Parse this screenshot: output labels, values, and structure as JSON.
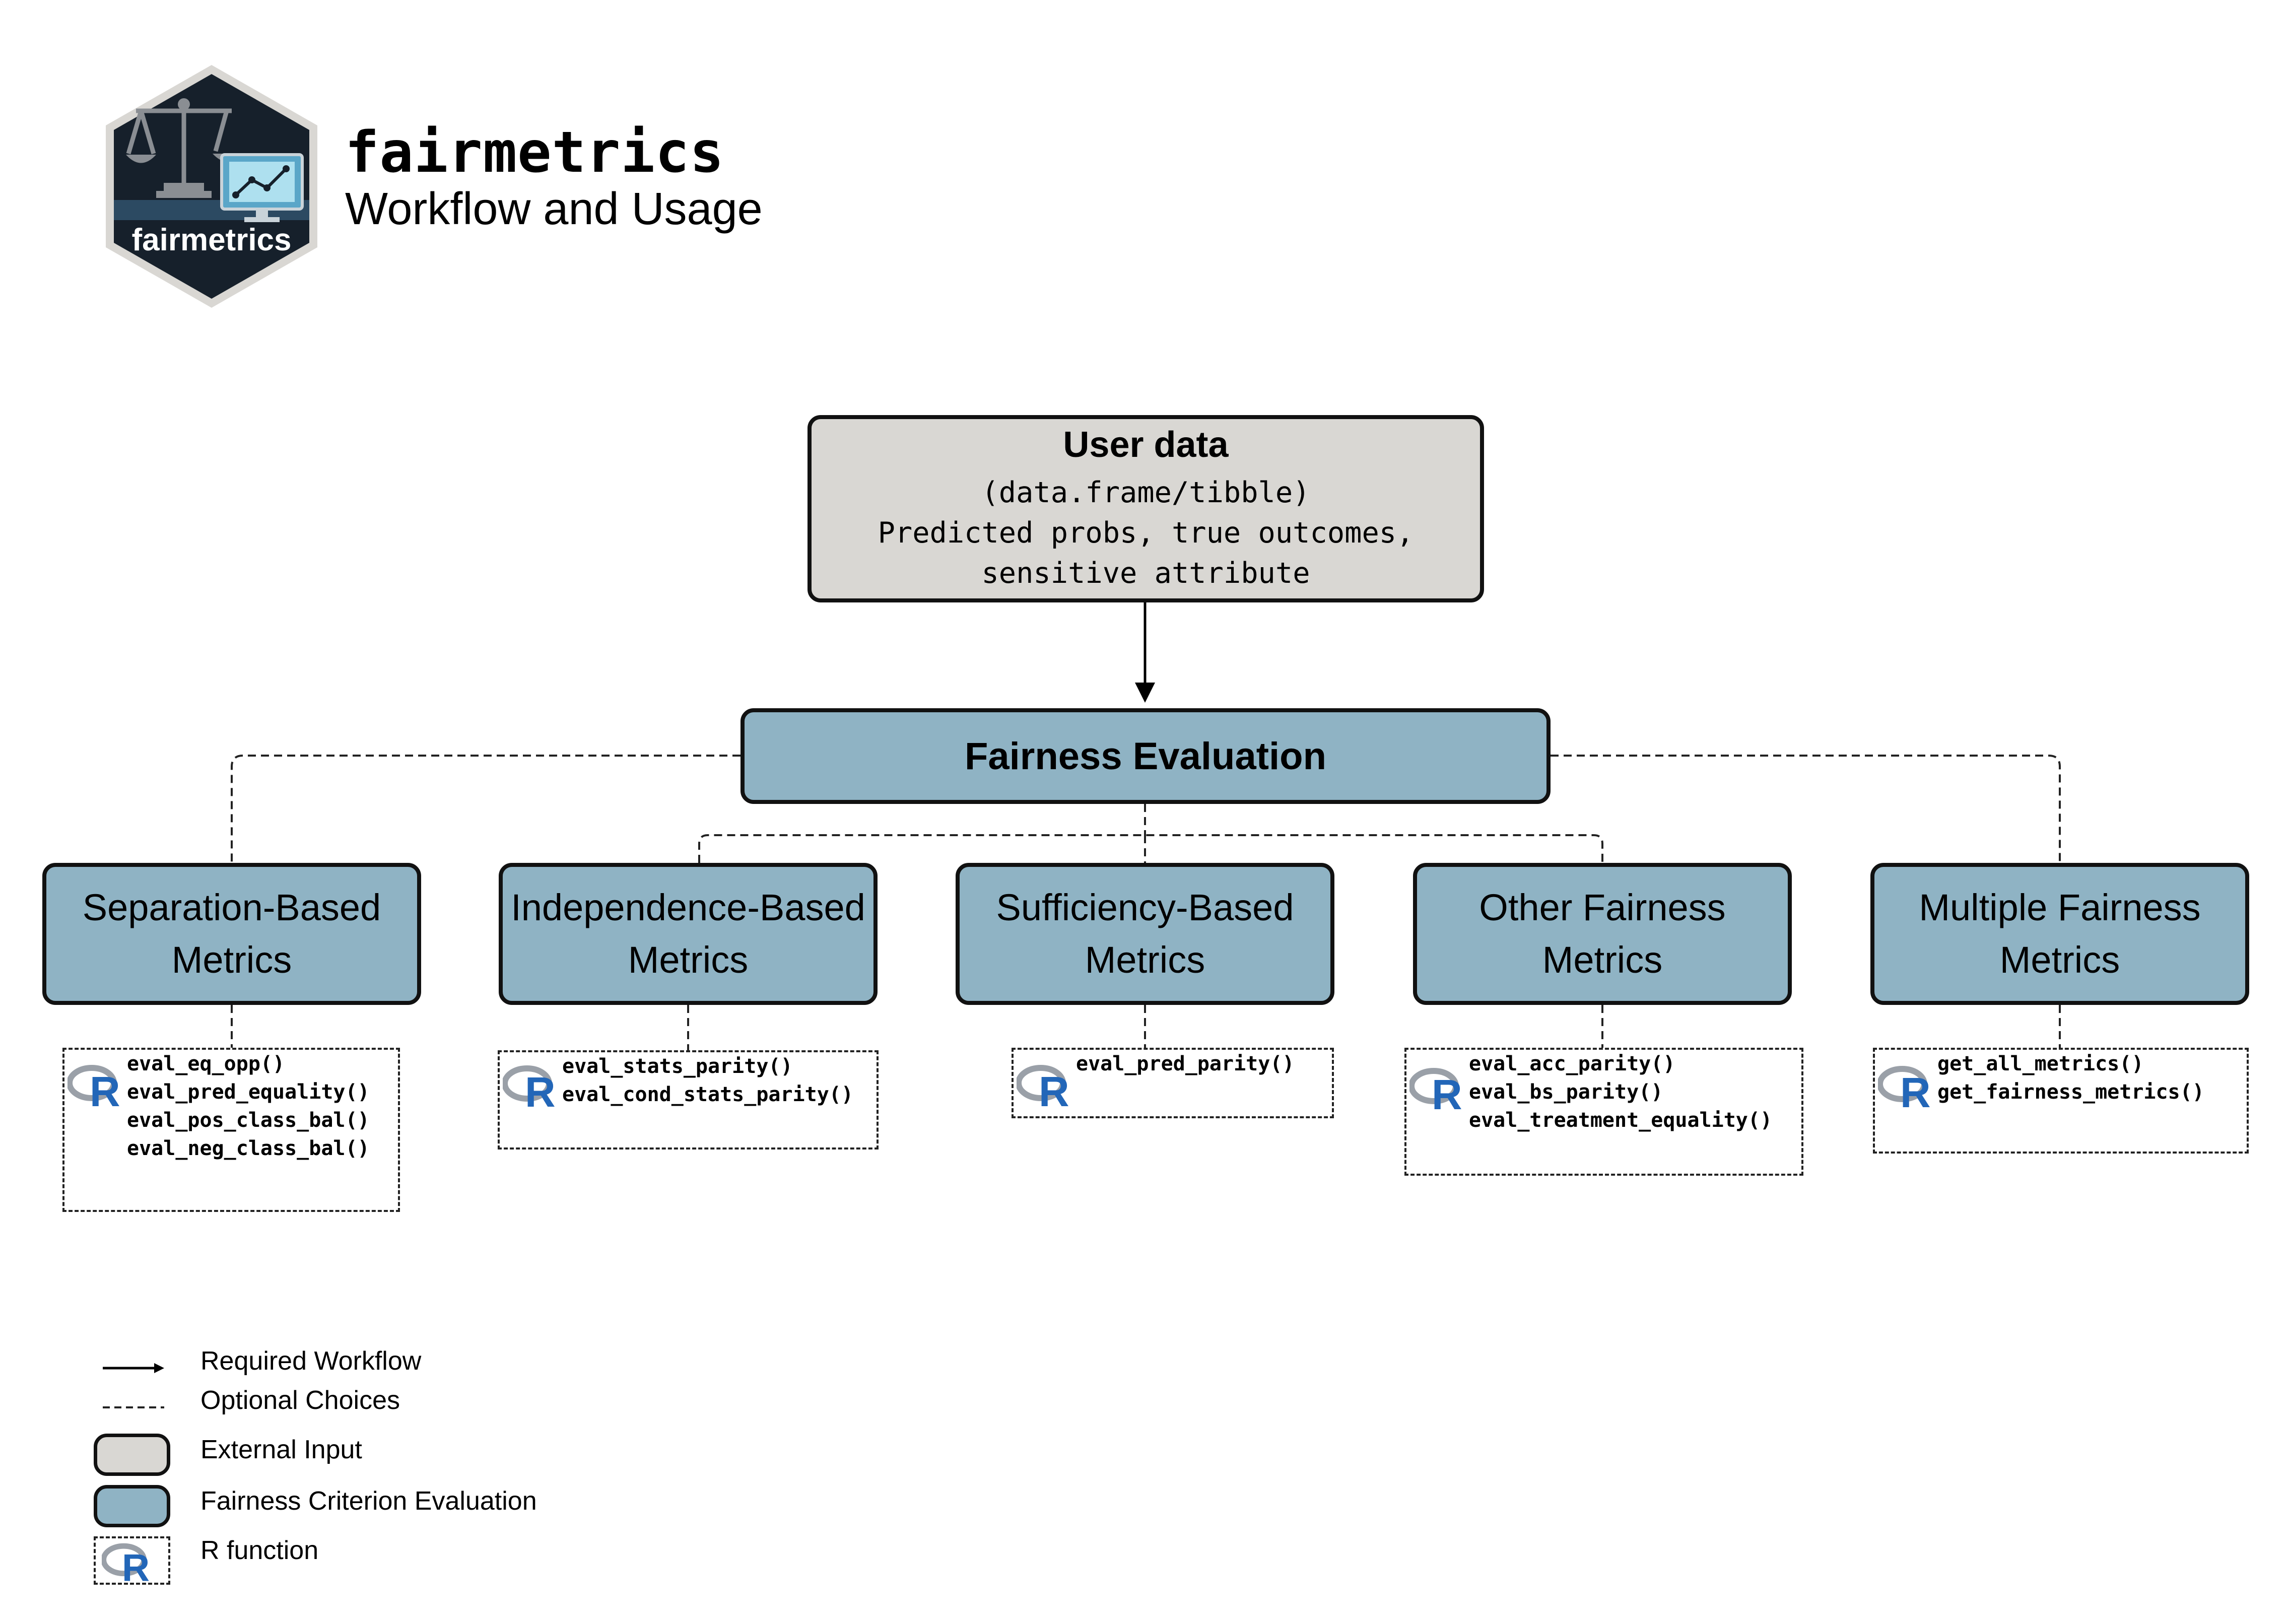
{
  "header": {
    "logo_text": "fairmetrics",
    "title": "fairmetrics",
    "subtitle": "Workflow and Usage"
  },
  "user_data": {
    "title": "User data",
    "lines": [
      "(data.frame/tibble)",
      "Predicted probs, true outcomes,",
      "sensitive attribute"
    ]
  },
  "evaluation": {
    "title": "Fairness Evaluation"
  },
  "categories": [
    {
      "line1": "Separation-Based",
      "line2": "Metrics",
      "functions": [
        "eval_eq_opp()",
        "eval_pred_equality()",
        "eval_pos_class_bal()",
        "eval_neg_class_bal()"
      ]
    },
    {
      "line1": "Independence-Based",
      "line2": "Metrics",
      "functions": [
        "eval_stats_parity()",
        "eval_cond_stats_parity()"
      ]
    },
    {
      "line1": "Sufficiency-Based",
      "line2": "Metrics",
      "functions": [
        "eval_pred_parity()"
      ]
    },
    {
      "line1": "Other Fairness",
      "line2": "Metrics",
      "functions": [
        "eval_acc_parity()",
        "eval_bs_parity()",
        "eval_treatment_equality()"
      ]
    },
    {
      "line1": "Multiple Fairness",
      "line2": "Metrics",
      "functions": [
        "get_all_metrics()",
        "get_fairness_metrics()"
      ]
    }
  ],
  "legend": {
    "required": "Required Workflow",
    "optional": "Optional Choices",
    "external": "External Input",
    "criterion": "Fairness Criterion Evaluation",
    "rfunction": "R function"
  },
  "colors": {
    "external_input": "#d9d7d3",
    "criterion_box": "#8fb3c4",
    "logo_bg": "#16202b",
    "r_blue": "#2266b8",
    "r_gray": "#9aa0a8"
  }
}
